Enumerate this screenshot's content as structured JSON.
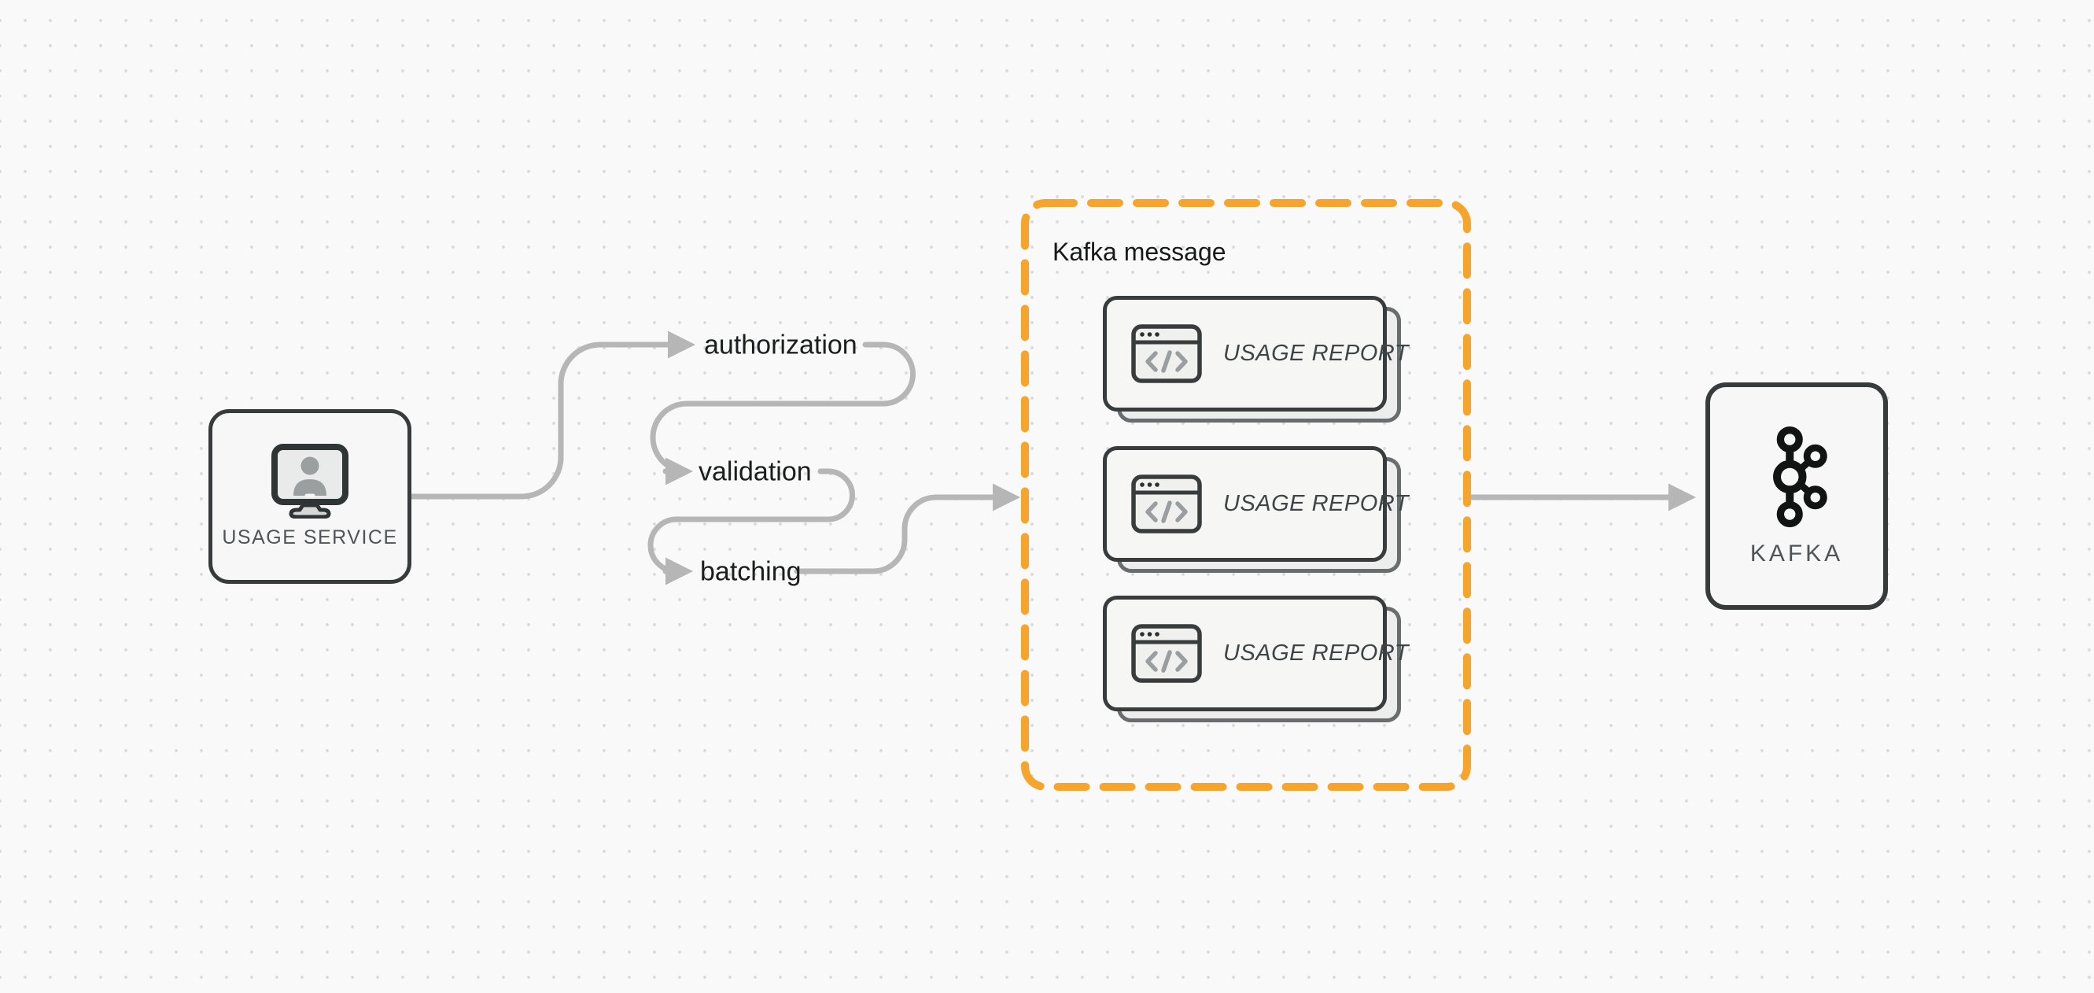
{
  "canvas": {
    "background_color": "#f8f9f8",
    "dot_color": "#dbdcdb"
  },
  "colors": {
    "connector_gray": "#b5b6b5",
    "node_border": "#373b3b",
    "node_fill": "#f6f7f6",
    "group_accent_orange": "#f7a42d",
    "card_fill": "#f6f7f5",
    "card_shadow_border": "#696d6d",
    "icon_gray": "#9a9ea0",
    "step_text": "#1b1d1e",
    "node_text": "#4f5457"
  },
  "nodes": {
    "usage_service": {
      "label": "USAGE SERVICE",
      "icon": "monitor-user-icon"
    },
    "kafka": {
      "label": "KAFKA",
      "icon": "kafka-logo-icon"
    }
  },
  "steps": [
    {
      "label": "authorization"
    },
    {
      "label": "validation"
    },
    {
      "label": "batching"
    }
  ],
  "group": {
    "title": "Kafka message",
    "messages": [
      {
        "label": "USAGE REPORT",
        "icon": "code-window-icon"
      },
      {
        "label": "USAGE REPORT",
        "icon": "code-window-icon"
      },
      {
        "label": "USAGE REPORT",
        "icon": "code-window-icon"
      }
    ]
  }
}
